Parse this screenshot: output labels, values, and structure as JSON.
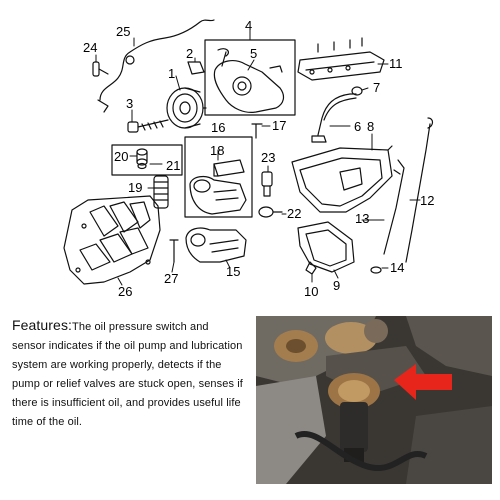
{
  "callouts": [
    "1",
    "2",
    "3",
    "4",
    "5",
    "6",
    "7",
    "8",
    "9",
    "10",
    "11",
    "12",
    "13",
    "14",
    "15",
    "16",
    "17",
    "18",
    "19",
    "20",
    "21",
    "22",
    "23",
    "24",
    "25",
    "26",
    "27"
  ],
  "features": {
    "title": "Features:",
    "body": "The oil pressure switch and sensor indicates if the oil pump and lubrication system are working properly, detects if the pump or relief valves are stuck open, senses if there is insufficient oil, and provides useful life time of the oil."
  },
  "colors": {
    "accent_arrow": "#e8251b",
    "line": "#111111"
  }
}
